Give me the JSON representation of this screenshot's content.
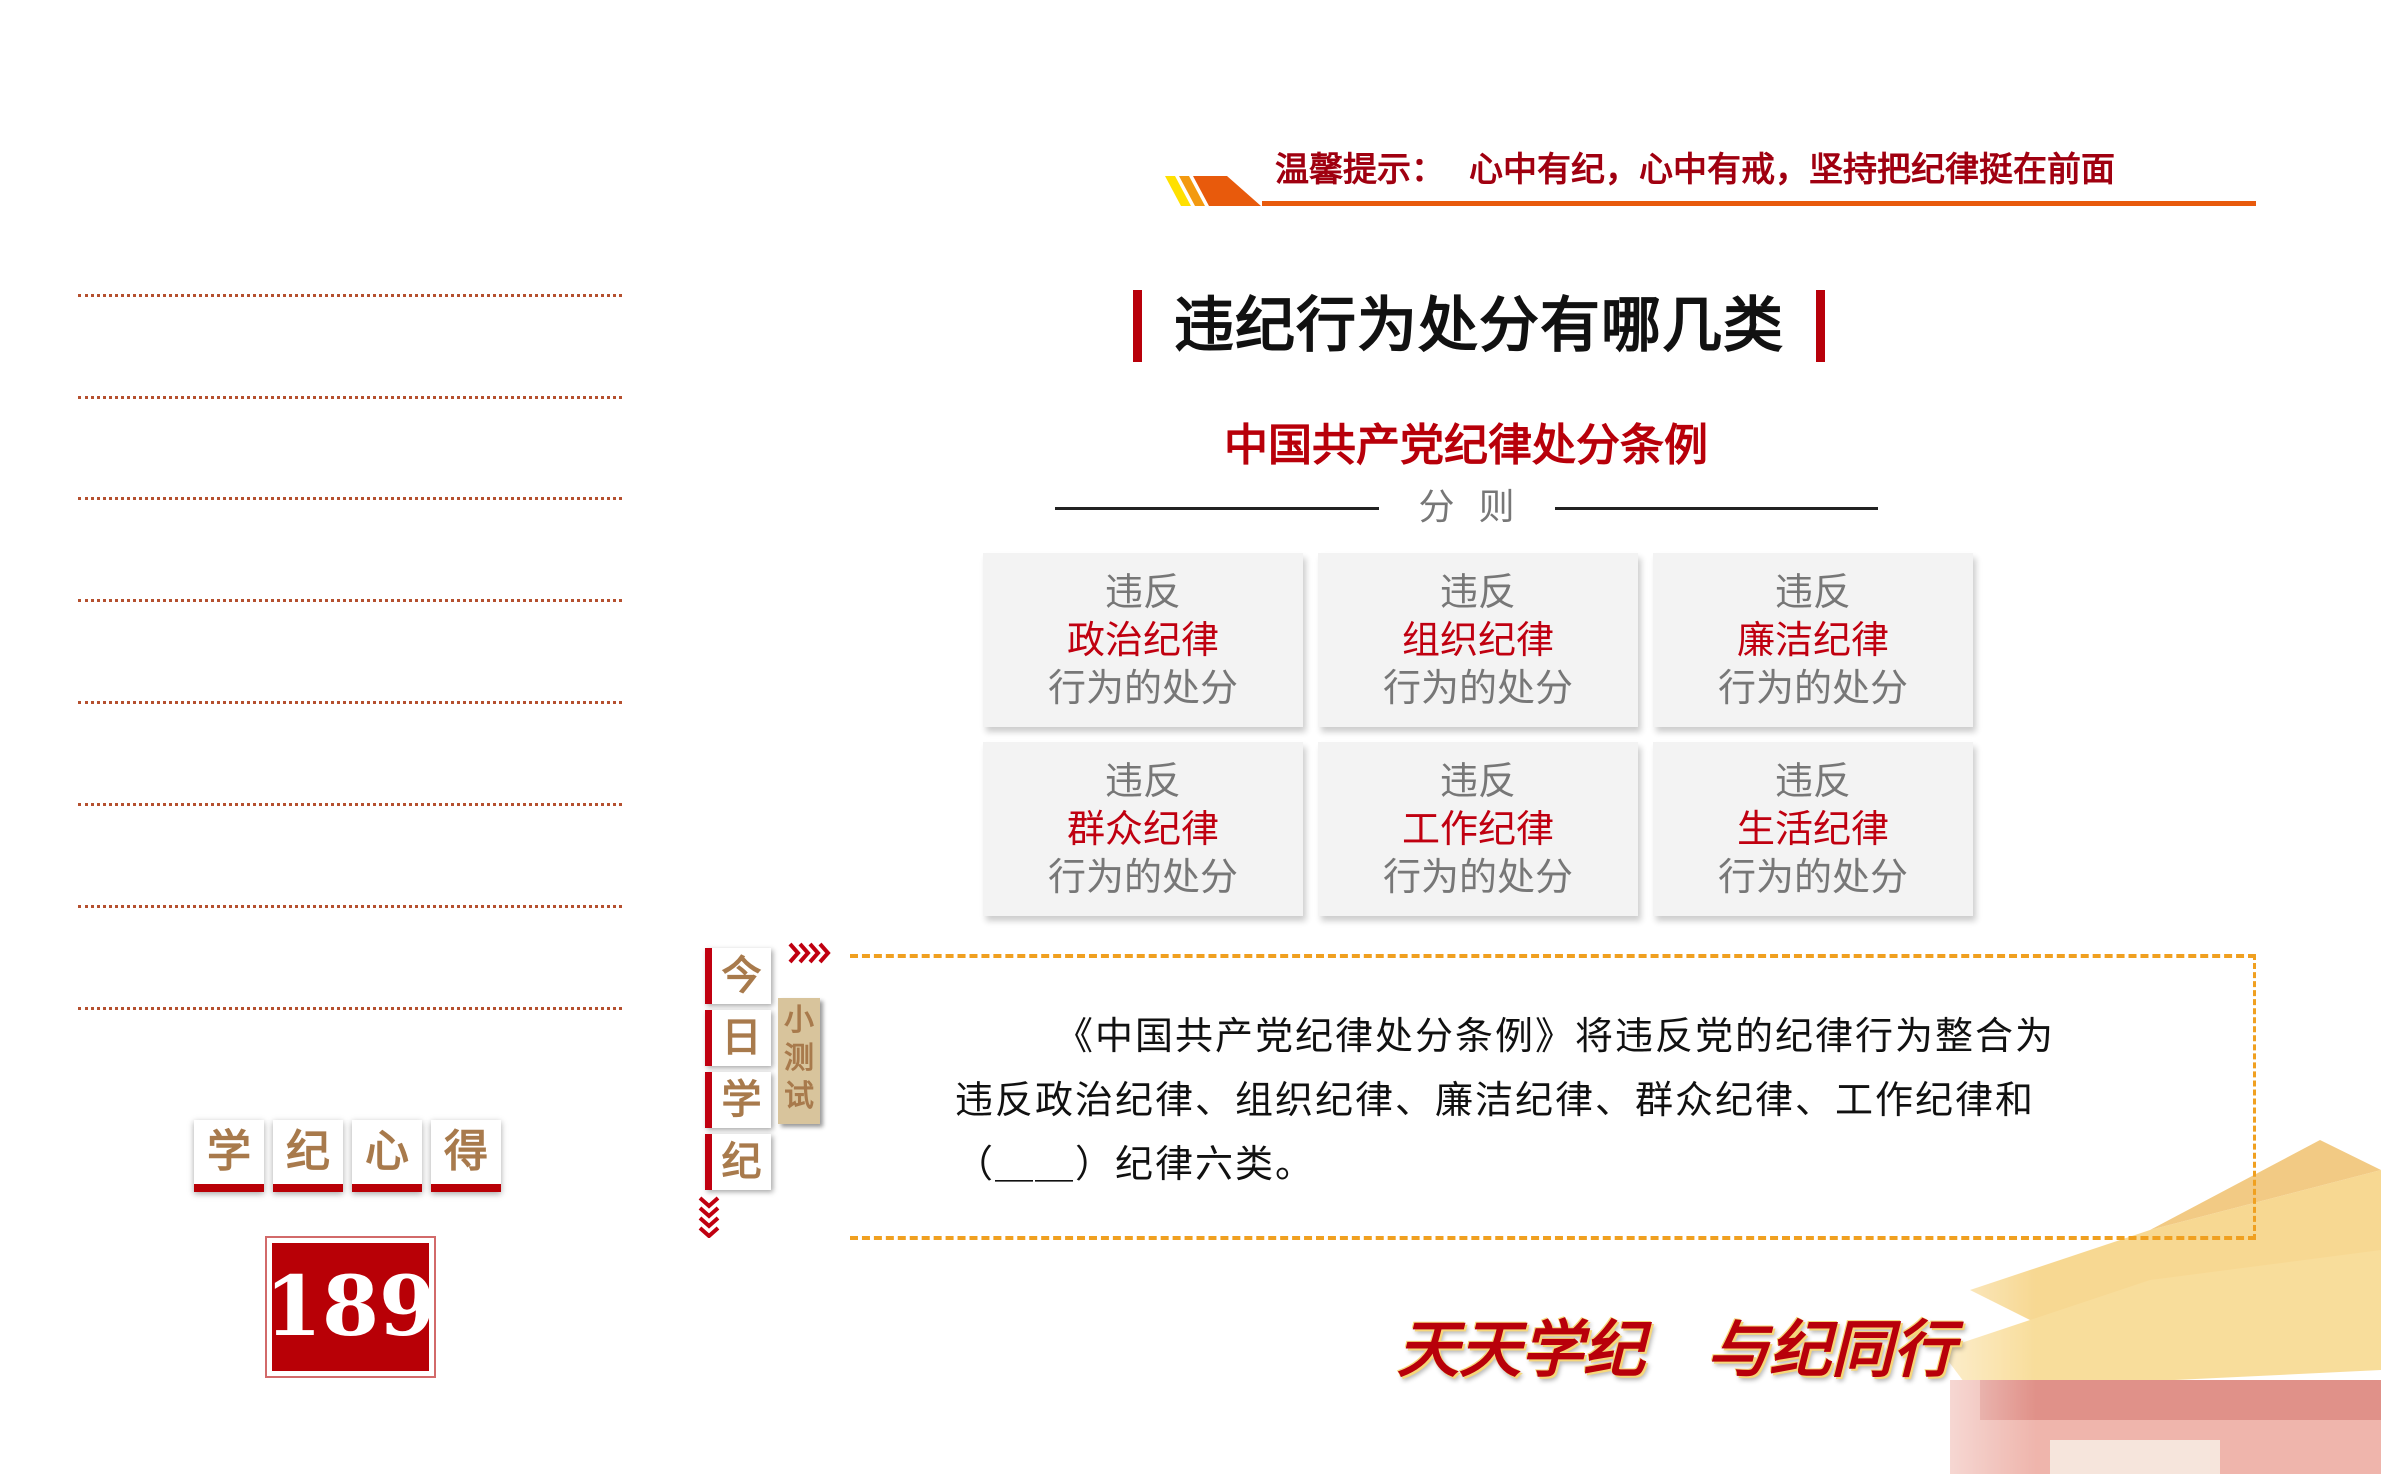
{
  "tip": {
    "label": "温馨提示：",
    "text": "心中有纪，心中有戒，坚持把纪律挺在前面"
  },
  "notes": {
    "tiles": [
      "学",
      "纪",
      "心",
      "得"
    ],
    "number": "189"
  },
  "title": "违纪行为处分有哪几类",
  "subtitle": "中国共产党纪律处分条例",
  "section": "分则",
  "categories": [
    {
      "pre": "违反",
      "name": "政治纪律",
      "post": "行为的处分"
    },
    {
      "pre": "违反",
      "name": "组织纪律",
      "post": "行为的处分"
    },
    {
      "pre": "违反",
      "name": "廉洁纪律",
      "post": "行为的处分"
    },
    {
      "pre": "违反",
      "name": "群众纪律",
      "post": "行为的处分"
    },
    {
      "pre": "违反",
      "name": "工作纪律",
      "post": "行为的处分"
    },
    {
      "pre": "违反",
      "name": "生活纪律",
      "post": "行为的处分"
    }
  ],
  "quiz": {
    "side_tiles": [
      "今",
      "日",
      "学",
      "纪"
    ],
    "tag": "小测试",
    "lines": [
      "《中国共产党纪律处分条例》将违反党的纪律行为整合为",
      "违反政治纪律、组织纪律、廉洁纪律、群众纪律、工作纪律和",
      "（＿＿）纪律六类。"
    ]
  },
  "slogan": "天天学纪　与纪同行",
  "colors": {
    "red": "#b8000a",
    "orange": "#e85a0c",
    "gold": "#a87a4c",
    "dash": "#f0a020"
  }
}
